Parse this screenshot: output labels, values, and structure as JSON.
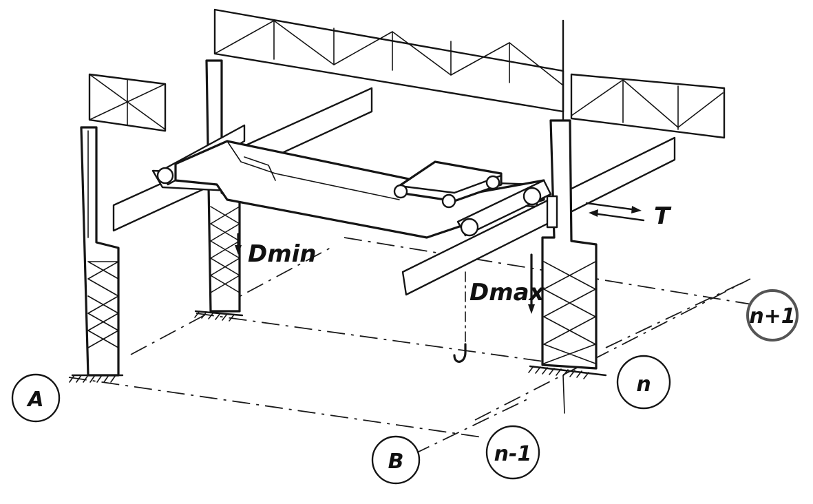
{
  "labels": {
    "d_min": "Dmin",
    "d_max": "Dmax",
    "force_t": "T",
    "axis_a": "A",
    "axis_b": "B",
    "axis_n": "n",
    "axis_n_minus_1": "n-1",
    "axis_n_plus_1": "n+1"
  }
}
